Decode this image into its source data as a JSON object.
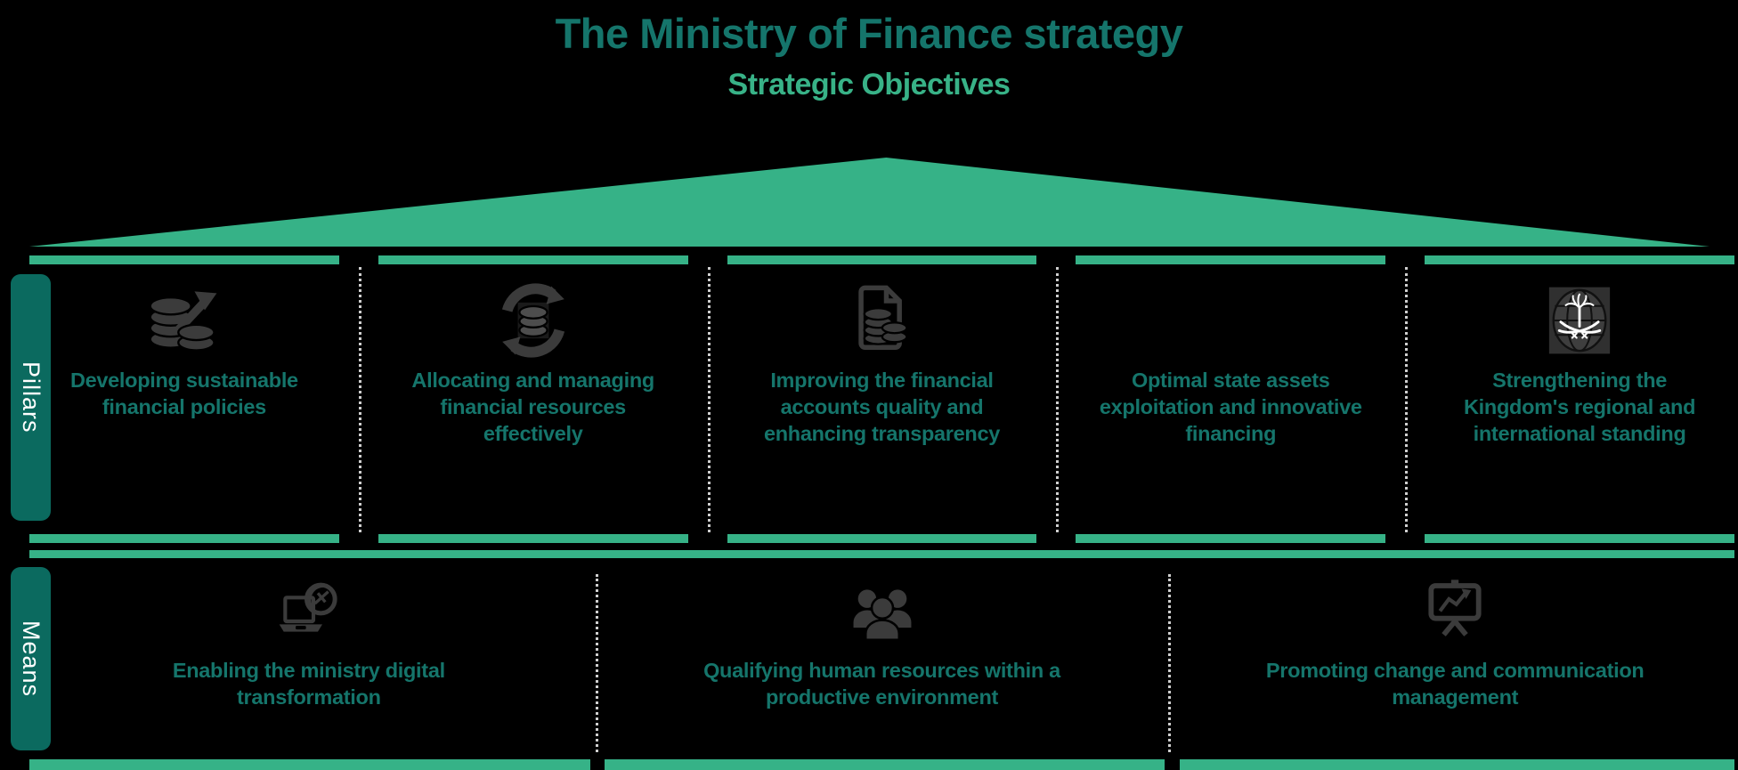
{
  "header": {
    "title": "The Ministry of Finance strategy",
    "subtitle": "Strategic Objectives"
  },
  "pillars": {
    "label": "Pillars",
    "items": [
      {
        "icon": "coins-growth-icon",
        "text": "Developing sustainable financial policies"
      },
      {
        "icon": "coins-cycle-icon",
        "text": "Allocating and managing financial resources effectively"
      },
      {
        "icon": "document-coins-icon",
        "text": "Improving the financial accounts  quality and enhancing transparency"
      },
      {
        "icon": "none",
        "text": "Optimal state assets exploitation and innovative financing"
      },
      {
        "icon": "saudi-emblem-globe-icon",
        "text": "Strengthening the Kingdom's regional and international standing"
      }
    ]
  },
  "means": {
    "label": "Means",
    "items": [
      {
        "icon": "laptop-signal-icon",
        "text": "Enabling the ministry digital transformation"
      },
      {
        "icon": "people-group-icon",
        "text": "Qualifying human resources within a productive environment"
      },
      {
        "icon": "presentation-chart-icon",
        "text": "Promoting change and communication management"
      }
    ]
  },
  "colors": {
    "background": "#000000",
    "accent_green": "#36B287",
    "tab_teal": "#0B6A5F",
    "text_teal": "#15756B",
    "icon_gray": "#3B3B3B",
    "dotted_divider": "#CFCFCF",
    "tab_text": "#FFFFFF"
  }
}
